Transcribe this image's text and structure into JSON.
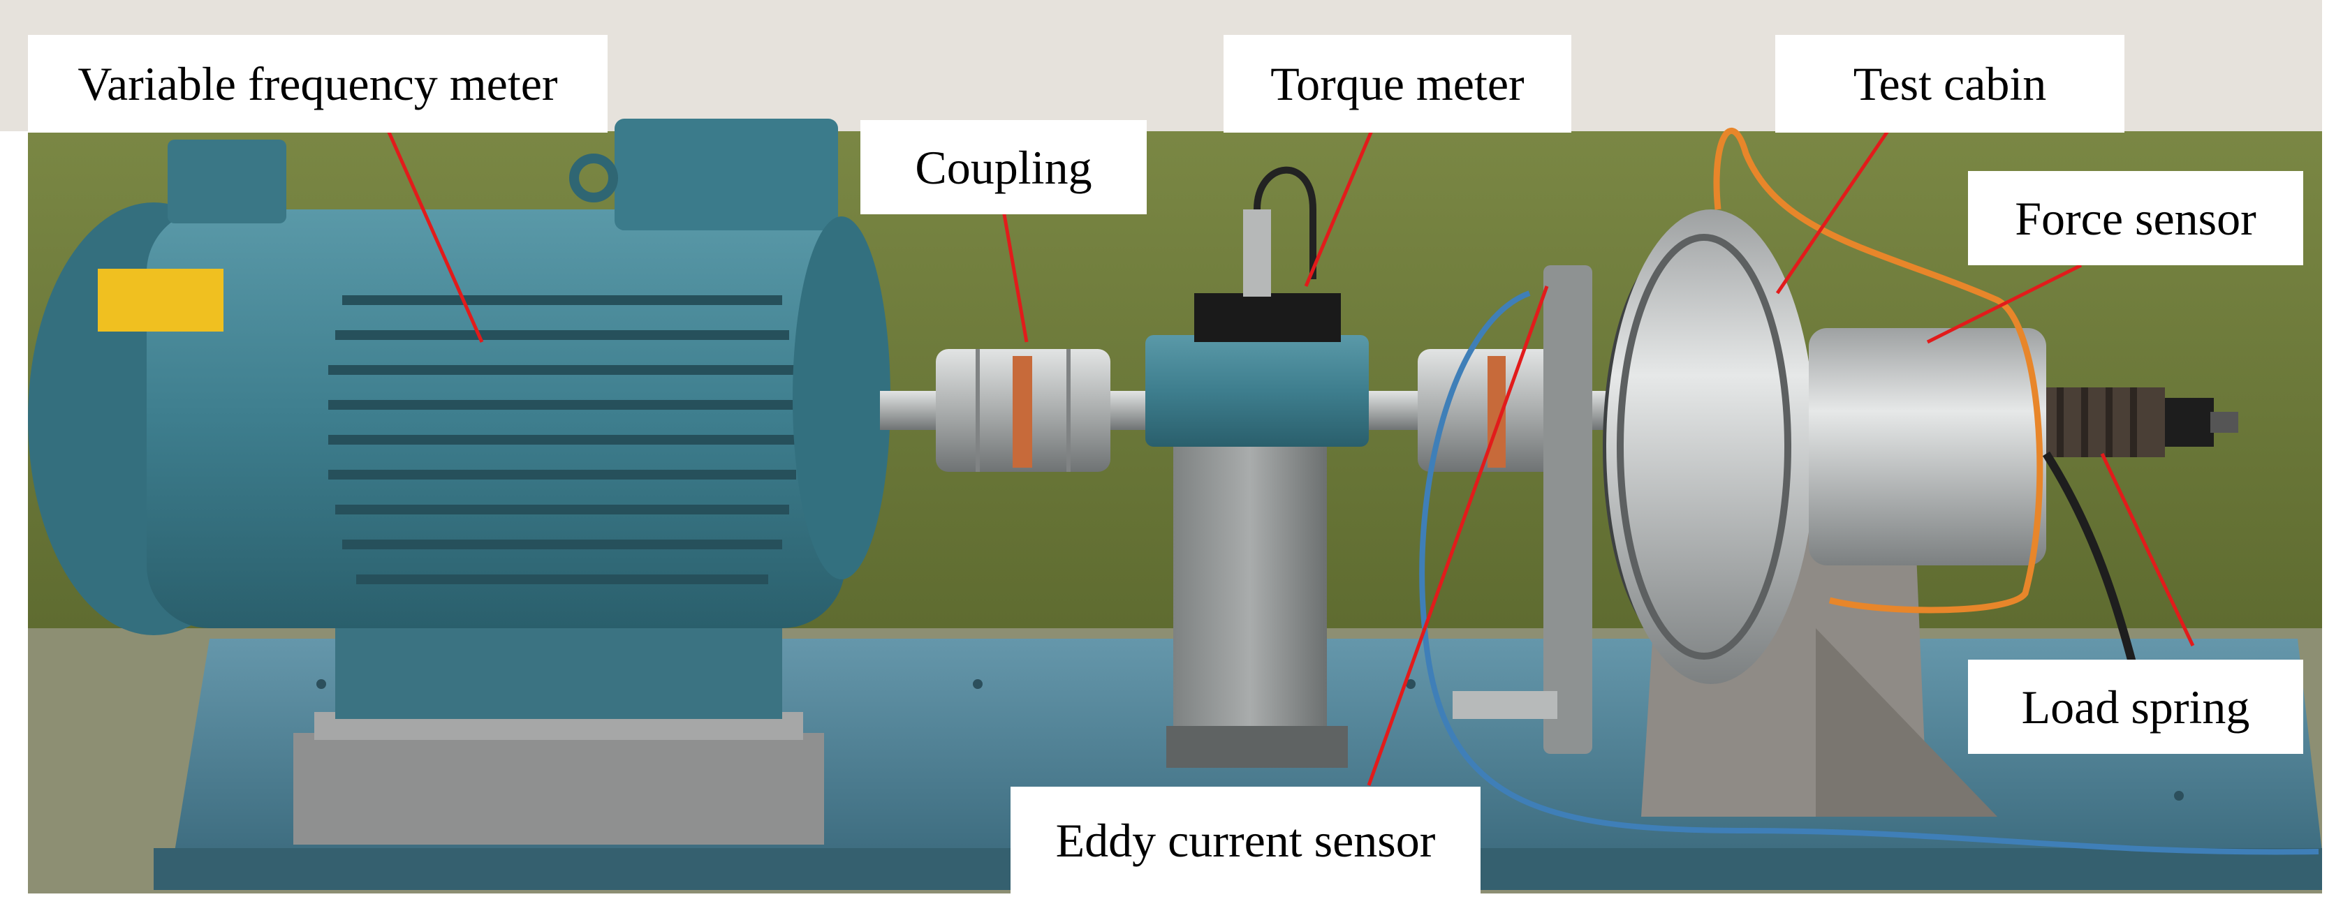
{
  "labels": {
    "variable_frequency_meter": "Variable frequency meter",
    "coupling": "Coupling",
    "torque_meter": "Torque meter",
    "test_cabin": "Test cabin",
    "force_sensor": "Force sensor",
    "load_spring": "Load spring",
    "eddy_current_sensor": "Eddy current sensor"
  },
  "colors": {
    "leader_line": "#e21b1b",
    "label_background": "#ffffff",
    "label_text": "#000000",
    "motor_body": "#3f7f8f",
    "wall": "#6b7a3a",
    "table": "#4d7f95",
    "metal": "#b4b6b6",
    "warning_plate": "#f0c020"
  }
}
